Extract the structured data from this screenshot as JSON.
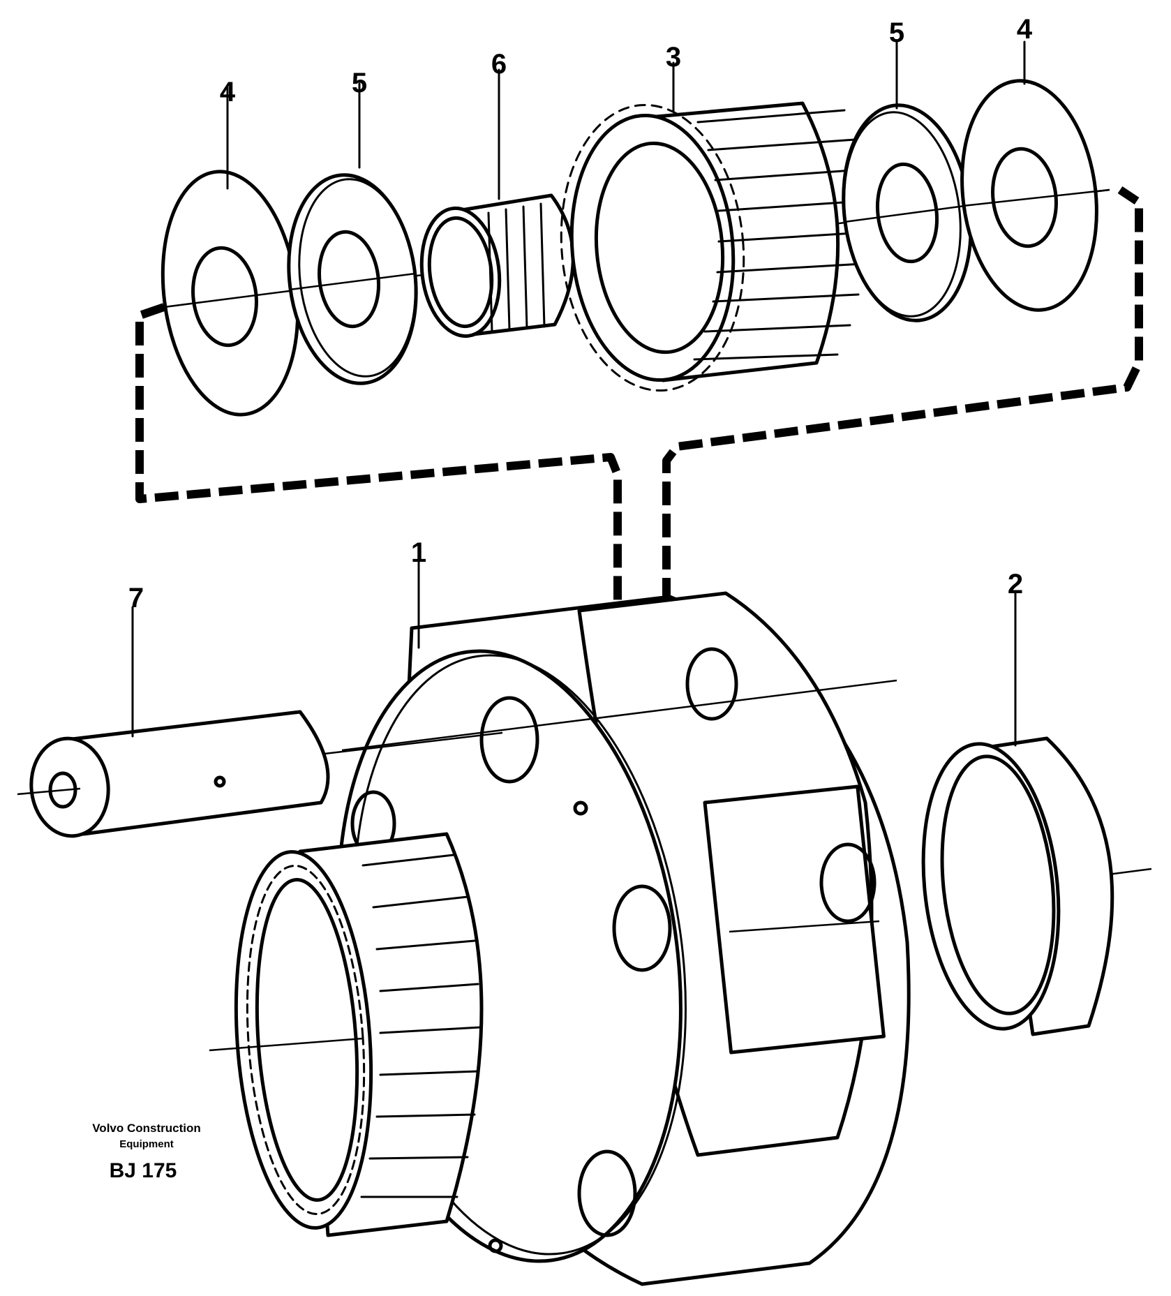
{
  "callouts": {
    "washer_left": "4",
    "spacer_left": "5",
    "needle_bearing": "6",
    "planet_gear": "3",
    "spacer_right": "5",
    "washer_right": "4",
    "planet_carrier": "1",
    "bushing": "2",
    "planet_shaft": "7"
  },
  "caption": {
    "company_line1": "Volvo Construction",
    "company_line2": "Equipment",
    "figure_code": "BJ 175"
  }
}
